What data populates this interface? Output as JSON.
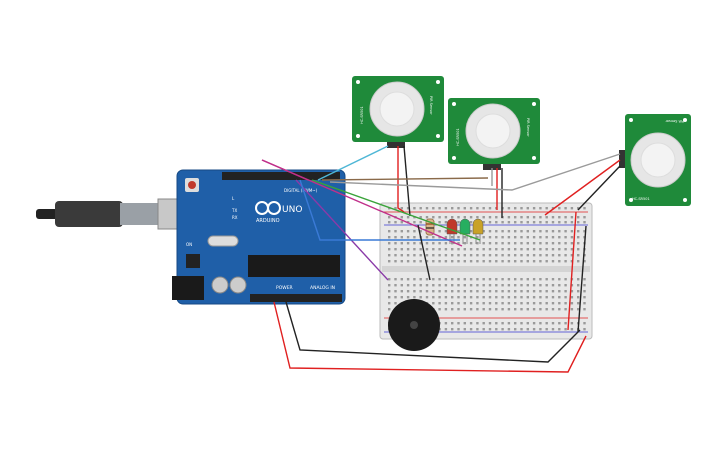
{
  "arduino": {
    "brand": "ARDUINO",
    "model": "UNO",
    "digital_label": "DIGITAL (PWM~)",
    "power_label": "POWER",
    "analog_label": "ANALOG IN",
    "tx_label": "TX",
    "rx_label": "RX",
    "l_label": "L",
    "on_label": "ON"
  },
  "pir_sensors": [
    {
      "id": "pir-1",
      "side_text": "PIR Sensor",
      "side_text_2": "HC-SR501"
    },
    {
      "id": "pir-2",
      "side_text": "PIR Sensor",
      "side_text_2": "HC-SR501"
    },
    {
      "id": "pir-3",
      "side_text": "PIR Sensor",
      "side_text_2": "HC-SR501"
    }
  ],
  "leds": [
    {
      "color": "#c0392b",
      "name": "red"
    },
    {
      "color": "#27ae60",
      "name": "green"
    },
    {
      "color": "#c9a227",
      "name": "yellow"
    }
  ],
  "colors": {
    "board": "#1f5fa8",
    "breadboard": "#e8e8e8",
    "pcb_green": "#1f8a3a",
    "wire_red": "#e02020",
    "wire_black": "#222222",
    "wire_cyan": "#4fb7d6",
    "wire_brown": "#8a6a4a",
    "wire_gray": "#9a9a9a",
    "wire_green": "#3aa33a",
    "wire_purple": "#8a3aa8",
    "wire_magenta": "#c0308a",
    "wire_blue": "#3a7ad6"
  }
}
